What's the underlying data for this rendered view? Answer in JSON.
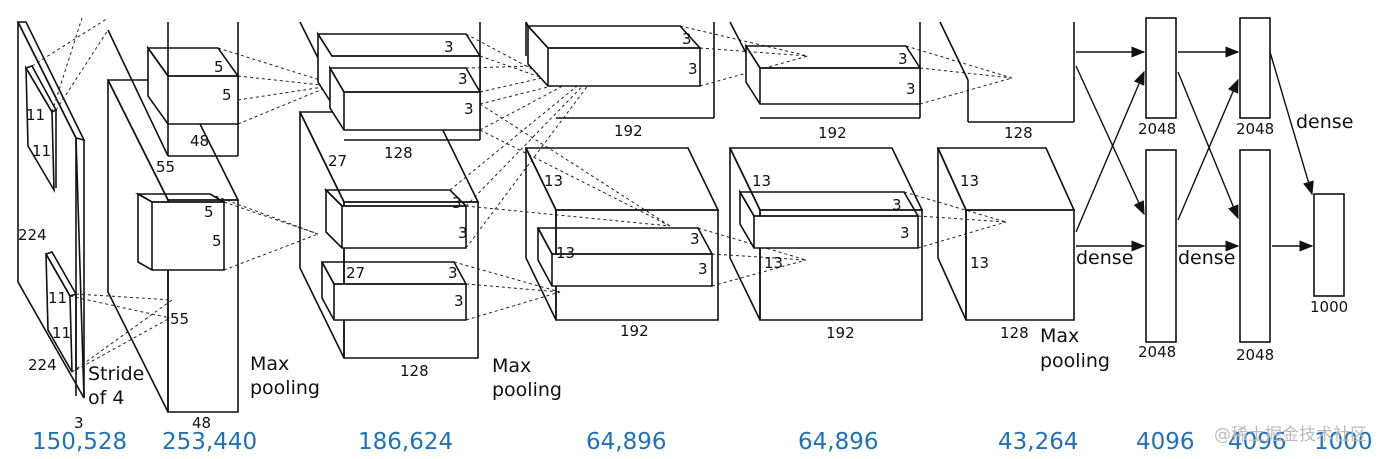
{
  "input": {
    "side": "224",
    "side_bottom": "224",
    "depth": "3",
    "kernel_a": "11",
    "kernel_b": "11",
    "kernel_c": "11",
    "kernel_d": "11",
    "stride": "Stride",
    "stride2": "of 4"
  },
  "conv1": {
    "size": "55",
    "size2": "55",
    "depth": "48",
    "depth2": "48",
    "k1": "5",
    "k2": "5",
    "k3": "5",
    "k4": "5"
  },
  "conv2": {
    "size": "27",
    "size2": "27",
    "depth": "128",
    "depth2": "128",
    "k": "3"
  },
  "conv3": {
    "size": "13",
    "size2": "13",
    "depth": "192",
    "depth2": "192",
    "k": "3"
  },
  "conv4": {
    "size": "13",
    "size2": "13",
    "depth": "192",
    "depth2": "192",
    "k": "3"
  },
  "conv5": {
    "size": "13",
    "size2": "13",
    "depth": "128",
    "depth2": "128"
  },
  "fc": {
    "fc6_top": "2048",
    "fc6_bot": "2048",
    "fc7_top": "2048",
    "fc7_bot": "2048",
    "out": "1000"
  },
  "labels": {
    "max": "Max",
    "pooling": "pooling",
    "dense": "dense"
  },
  "counts": [
    "150,528",
    "253,440",
    "186,624",
    "64,896",
    "64,896",
    "43,264",
    "4096",
    "4096",
    "1000"
  ],
  "watermark": "@稀土掘金技术社区"
}
